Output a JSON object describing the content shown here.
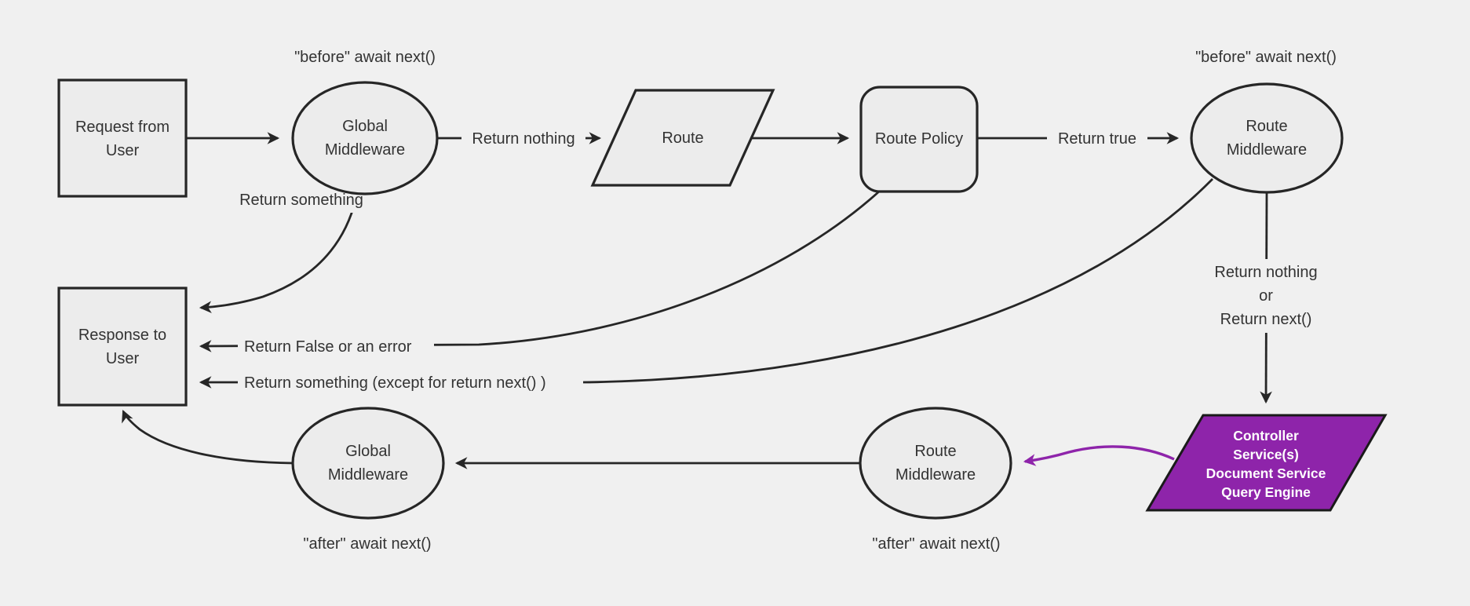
{
  "diagram": {
    "title": "Middleware request/response lifecycle flowchart",
    "colors": {
      "background": "#f0f0f0",
      "node_fill": "#ececec",
      "stroke": "#262626",
      "text": "#333333",
      "accent_purple": "#8E24AA",
      "purple_text": "#ffffff"
    },
    "nodes": {
      "request_user": {
        "shape": "rectangle",
        "lines": [
          "Request from",
          "User"
        ]
      },
      "global_middleware_top": {
        "shape": "ellipse",
        "lines": [
          "Global",
          "Middleware"
        ]
      },
      "route": {
        "shape": "parallelogram",
        "lines": [
          "Route"
        ]
      },
      "route_policy": {
        "shape": "rounded-rectangle",
        "lines": [
          "Route Policy"
        ]
      },
      "route_middleware_top": {
        "shape": "ellipse",
        "lines": [
          "Route",
          "Middleware"
        ]
      },
      "response_user": {
        "shape": "rectangle",
        "lines": [
          "Response to",
          "User"
        ]
      },
      "global_middleware_bottom": {
        "shape": "ellipse",
        "lines": [
          "Global",
          "Middleware"
        ]
      },
      "route_middleware_bottom": {
        "shape": "ellipse",
        "lines": [
          "Route",
          "Middleware"
        ]
      },
      "controller": {
        "shape": "parallelogram",
        "lines": [
          "Controller",
          "Service(s)",
          "Document Service",
          "Query Engine"
        ]
      }
    },
    "labels": {
      "before_await_left": "\"before\" await next()",
      "before_await_right": "\"before\" await next()",
      "return_nothing": "Return nothing",
      "return_true": "Return true",
      "return_something": "Return something",
      "return_false_or_error": "Return False or an error",
      "return_something_except": "Return something (except for return next() )",
      "return_nothing_or": [
        "Return nothing",
        "or",
        "Return next()"
      ],
      "after_await_left": "\"after\" await next()",
      "after_await_right": "\"after\" await next()"
    }
  }
}
